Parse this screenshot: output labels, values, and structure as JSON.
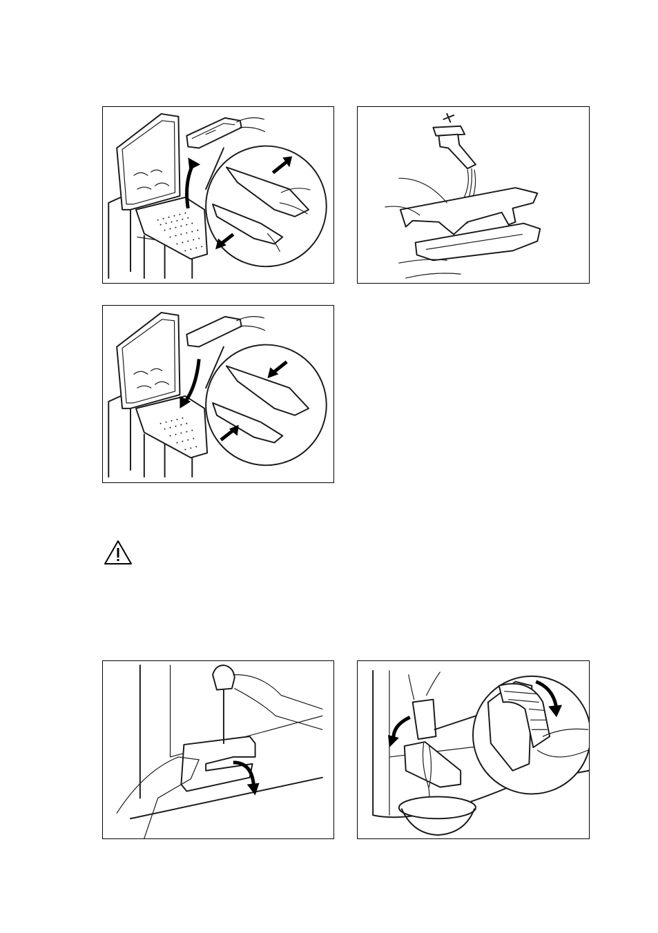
{
  "figures": [
    {
      "id": "fig-remove-dispenser",
      "icons": [
        "open-lid",
        "dispenser-drawer",
        "hand",
        "arrow-up",
        "arrow-split",
        "magnified-inset"
      ]
    },
    {
      "id": "fig-rinse-under-tap",
      "icons": [
        "tap",
        "water-stream",
        "hand",
        "dispenser-parts"
      ]
    },
    {
      "id": "fig-reinsert-dispenser",
      "icons": [
        "open-lid",
        "dispenser-drawer",
        "hand",
        "arrow-down",
        "arrow-join",
        "magnified-inset"
      ]
    },
    {
      "id": "fig-open-pump-flap",
      "icons": [
        "screwdriver",
        "flap",
        "hand",
        "arrow-rotate"
      ]
    },
    {
      "id": "fig-drain-pump-filter",
      "icons": [
        "pump-filter",
        "bowl",
        "hand",
        "arrow-rotate",
        "magnified-inset"
      ]
    }
  ],
  "warning": {
    "icon": "warning-triangle-icon"
  },
  "colors": {
    "line": "#1a1a1a",
    "background": "#ffffff"
  }
}
